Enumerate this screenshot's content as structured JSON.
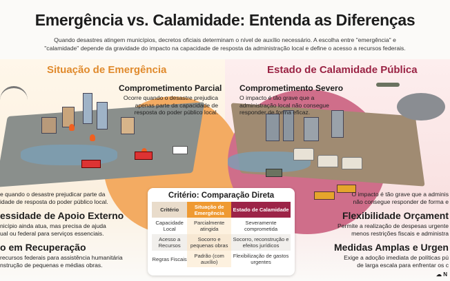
{
  "header": {
    "title": "Emergência vs. Calamidade: Entenda as Diferenças",
    "subtitle": "Quando desastres atingem municípios, decretos oficiais determinam o nível de auxílio necessário. A escolha entre \"emergência\" e \"calamidade\" depende da gravidade do impacto na capacidade de resposta da administração local e define o acesso a recursos federais."
  },
  "left": {
    "heading": "Situação de Emergência",
    "sub_heading": "Comprometimento Parcial",
    "sub_text": "Ocorre quando o desastre prejudica apenas parte da capacidade de resposta do poder público local.",
    "side_text_1a": "e quando o desastre prejudicar parte da",
    "side_text_1b": "idade de resposta do poder público local.",
    "side_heading_2": "essidade de Apoio Externo",
    "side_text_2a": "nicípio ainda atua, mas precisa de ajuda",
    "side_text_2b": "ual ou federal para serviços essenciais.",
    "side_heading_3": "o em Recuperação",
    "side_text_3a": "recursos federais para assistência humanitária",
    "side_text_3b": "nstrução de pequenas e médias obras."
  },
  "right": {
    "heading": "Estado de Calamidade Pública",
    "sub_heading": "Comprometimento Severo",
    "sub_text": "O impacto é tão grave que a administração local não consegue responder de forma eficaz.",
    "side_text_1a": "O impacto é tão grave que a adminis",
    "side_text_1b": "não consegue responder de forma e",
    "side_heading_2": "Flexibilidade Orçament",
    "side_text_2a": "Permite a realização de despesas urgente",
    "side_text_2b": "menos restrições fiscais e administra",
    "side_heading_3": "Medidas Amplas e Urgen",
    "side_text_3a": "Exige a adoção imediata de políticas pú",
    "side_text_3b": "de larga escala para enfrentar os c"
  },
  "table": {
    "title": "Critério: Comparação Direta",
    "headers": [
      "Critério",
      "Situação de Emergência",
      "Estado de Calamidade"
    ],
    "rows": [
      [
        "Capacidade Local",
        "Parcialmente atingida",
        "Severamente comprometida"
      ],
      [
        "Acesso a Recursos",
        "Socorro e pequenas obras",
        "Socorro, reconstrução e efeitos jurídicos"
      ],
      [
        "Regras Fiscais",
        "Padrão (com auxílio)",
        "Flexibilização de gastos urgentes"
      ]
    ]
  },
  "credit": "N",
  "colors": {
    "emergency": "#e08a2c",
    "calamity": "#9a2344"
  }
}
